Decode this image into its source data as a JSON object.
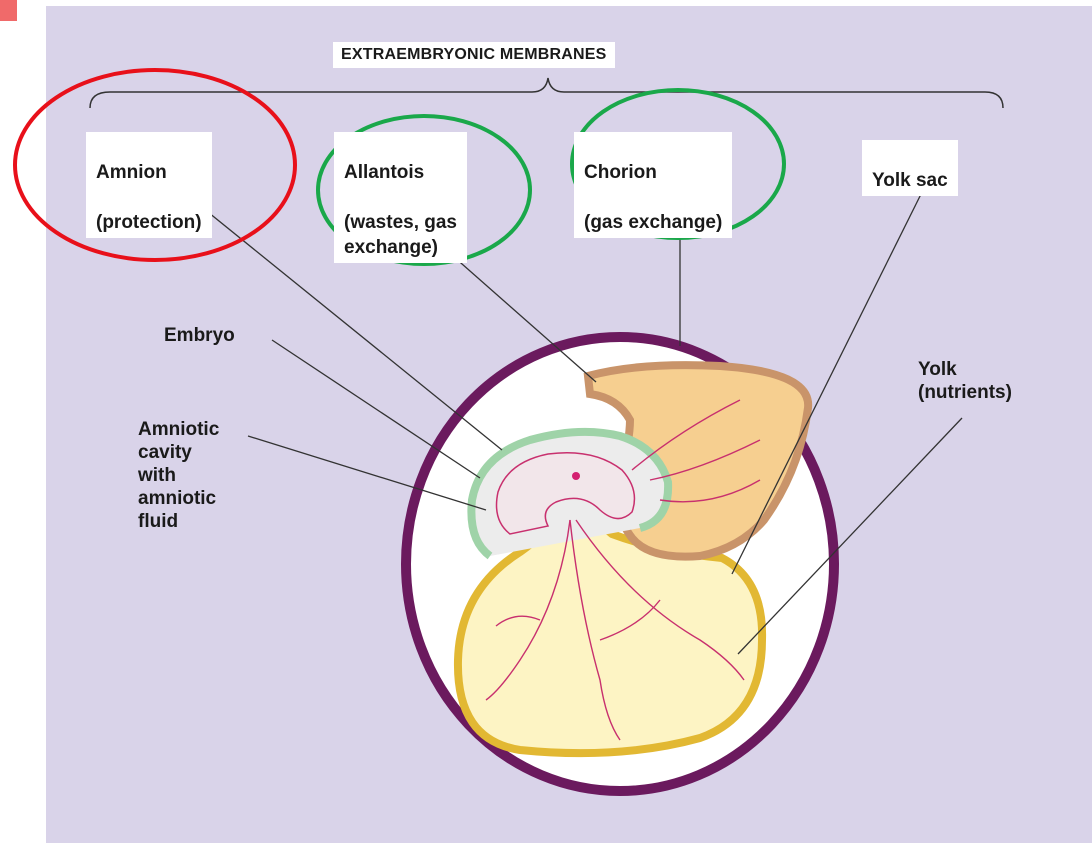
{
  "title": "EXTRAEMBRYONIC MEMBRANES",
  "membranes": [
    {
      "name": "Amnion",
      "role": "(protection)"
    },
    {
      "name": "Allantois",
      "role": "(wastes, gas\nexchange)"
    },
    {
      "name": "Chorion",
      "role": "(gas exchange)"
    },
    {
      "name": "Yolk sac",
      "role": ""
    }
  ],
  "structures": {
    "embryo": "Embryo",
    "amniotic_cavity": "Amniotic\ncavity\nwith\namniotic\nfluid",
    "yolk": "Yolk\n(nutrients)"
  },
  "highlights": [
    {
      "target": "Amnion",
      "color": "#e8101a"
    },
    {
      "target": "Allantois",
      "color": "#1aa84a"
    },
    {
      "target": "Chorion",
      "color": "#1aa84a"
    }
  ],
  "colors": {
    "background": "#d9d3e9",
    "shell": "#6b1a5e",
    "amnion_membrane": "#9fd3a8",
    "allantois_fill": "#f6cf90",
    "allantois_border": "#c9946a",
    "yolk_fill": "#fdf4c4",
    "yolk_border": "#e2b833",
    "vessels": "#c8306e"
  }
}
